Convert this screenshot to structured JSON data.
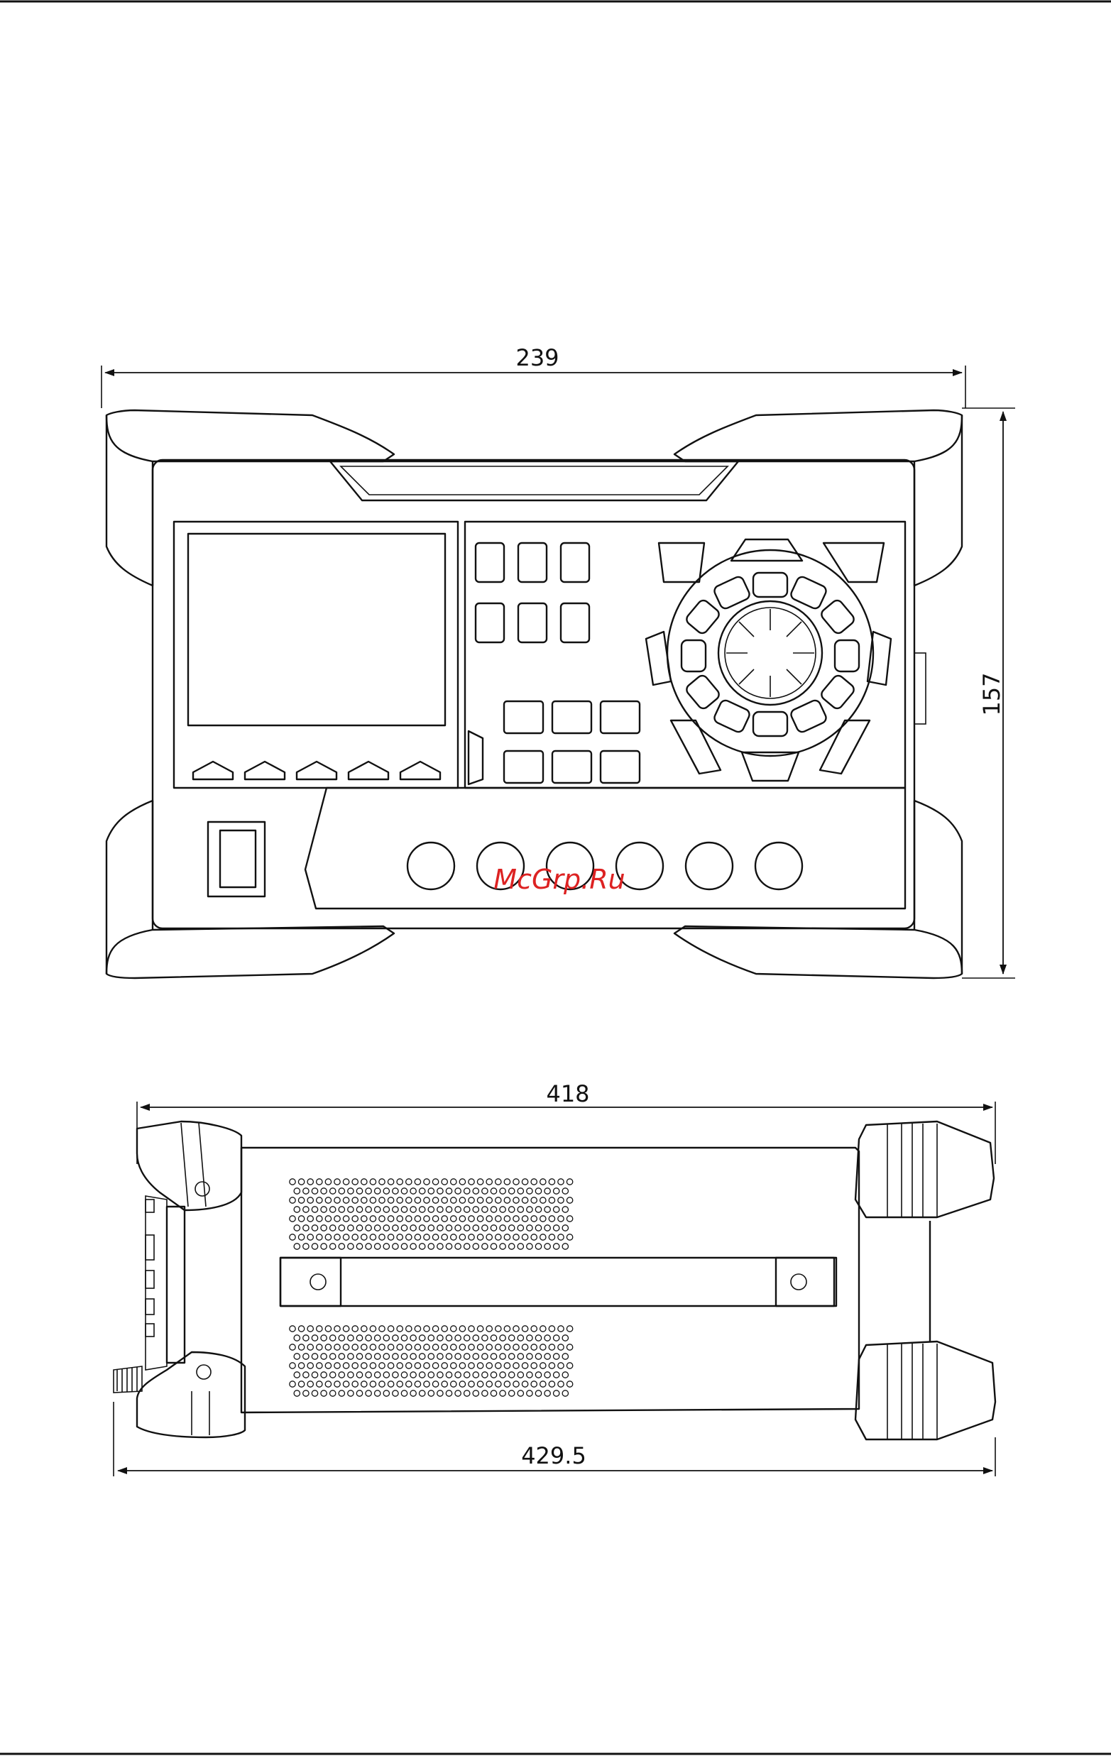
{
  "front_view": {
    "dimensions": {
      "width": "239",
      "height": "157"
    }
  },
  "top_view": {
    "dimensions": {
      "body_length": "418",
      "overall_length": "429.5"
    }
  },
  "watermark": "McGrp.Ru"
}
